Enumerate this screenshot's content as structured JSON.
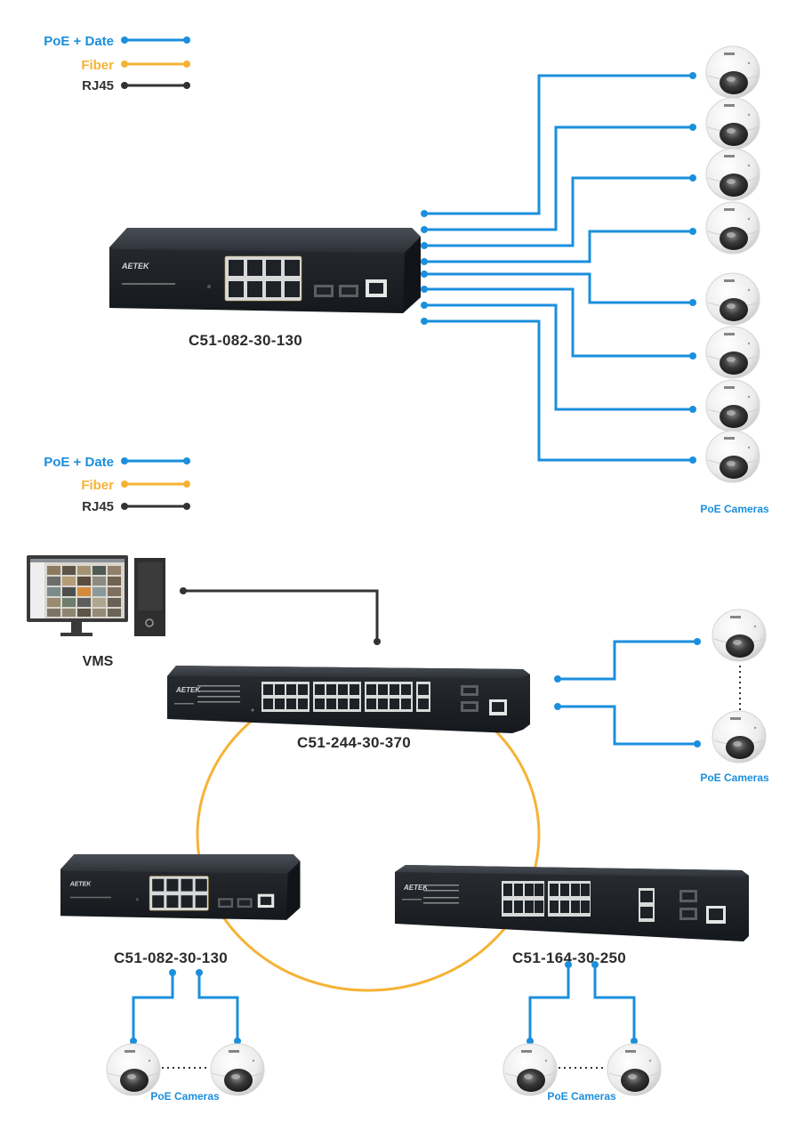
{
  "colors": {
    "poe": "#1b8fdc",
    "fiber": "#f5b335",
    "rj45": "#333333",
    "switch_body": "#22262c",
    "model_text": "#2b2b2b"
  },
  "legend": {
    "items": [
      {
        "key": "poe",
        "label": "PoE + Date"
      },
      {
        "key": "fiber",
        "label": "Fiber"
      },
      {
        "key": "rj45",
        "label": "RJ45"
      }
    ]
  },
  "scenario_star": {
    "switch": {
      "model": "C51-082-30-130",
      "brand": "AETEK",
      "rj45_ports": 8,
      "sfp_ports": 2,
      "console_ports": 1
    },
    "camera_count": 8,
    "cameras_label": "PoE Cameras"
  },
  "scenario_ring": {
    "vms": {
      "label": "VMS"
    },
    "switches": [
      {
        "id": "core",
        "model": "C51-244-30-370",
        "brand": "AETEK",
        "rj45_ports": 24,
        "uplink_rj45": 2,
        "sfp_ports": 2,
        "console_ports": 1
      },
      {
        "id": "left",
        "model": "C51-082-30-130",
        "brand": "AETEK",
        "rj45_ports": 8,
        "sfp_ports": 2,
        "console_ports": 1
      },
      {
        "id": "right",
        "model": "C51-164-30-250",
        "brand": "AETEK",
        "rj45_ports": 16,
        "uplink_rj45": 2,
        "sfp_ports": 2,
        "console_ports": 1
      }
    ],
    "camera_groups": [
      {
        "switch": "core",
        "label": "PoE Cameras"
      },
      {
        "switch": "left",
        "label": "PoE Cameras"
      },
      {
        "switch": "right",
        "label": "PoE Cameras"
      }
    ]
  }
}
